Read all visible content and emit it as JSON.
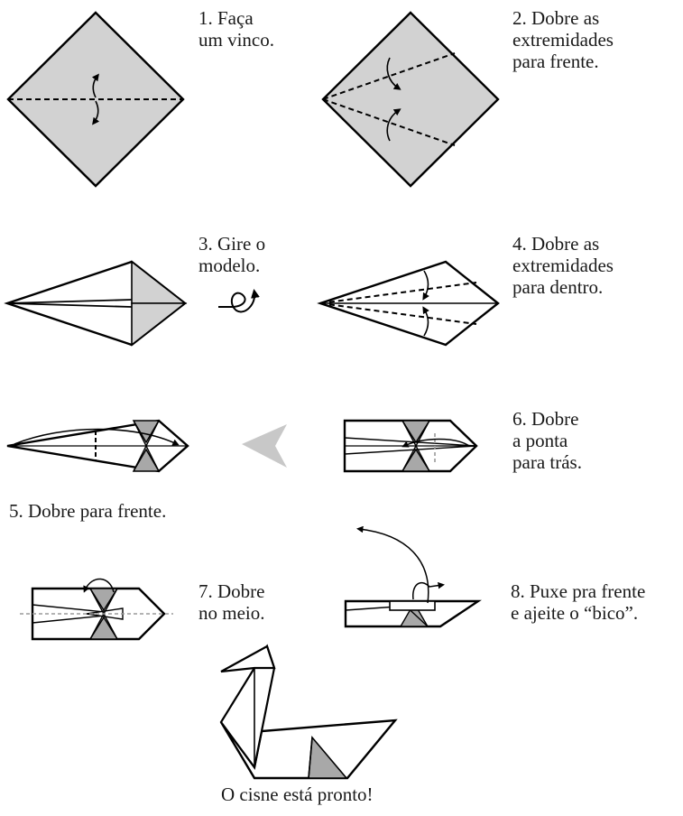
{
  "steps": [
    {
      "lines": [
        "1. Faça",
        "um vinco."
      ]
    },
    {
      "lines": [
        "2. Dobre as",
        "extremidades",
        "para frente."
      ]
    },
    {
      "lines": [
        "3. Gire o",
        "modelo."
      ]
    },
    {
      "lines": [
        "4. Dobre as",
        "extremidades",
        "para dentro."
      ]
    },
    {
      "lines": [
        "5. Dobre para frente."
      ]
    },
    {
      "lines": [
        "6. Dobre",
        "a ponta",
        "para trás."
      ]
    },
    {
      "lines": [
        "7. Dobre",
        "no meio."
      ]
    },
    {
      "lines": [
        "8. Puxe pra frente",
        "e ajeite o “bico”."
      ]
    }
  ],
  "final": {
    "text": "O cisne está pronto!"
  },
  "colors": {
    "paper_gray": "#d2d2d2",
    "paper_dark": "#a8a8a8",
    "stroke": "#000000",
    "arrow_gray": "#c8c8c8",
    "guide_gray": "#9a9a9a"
  }
}
